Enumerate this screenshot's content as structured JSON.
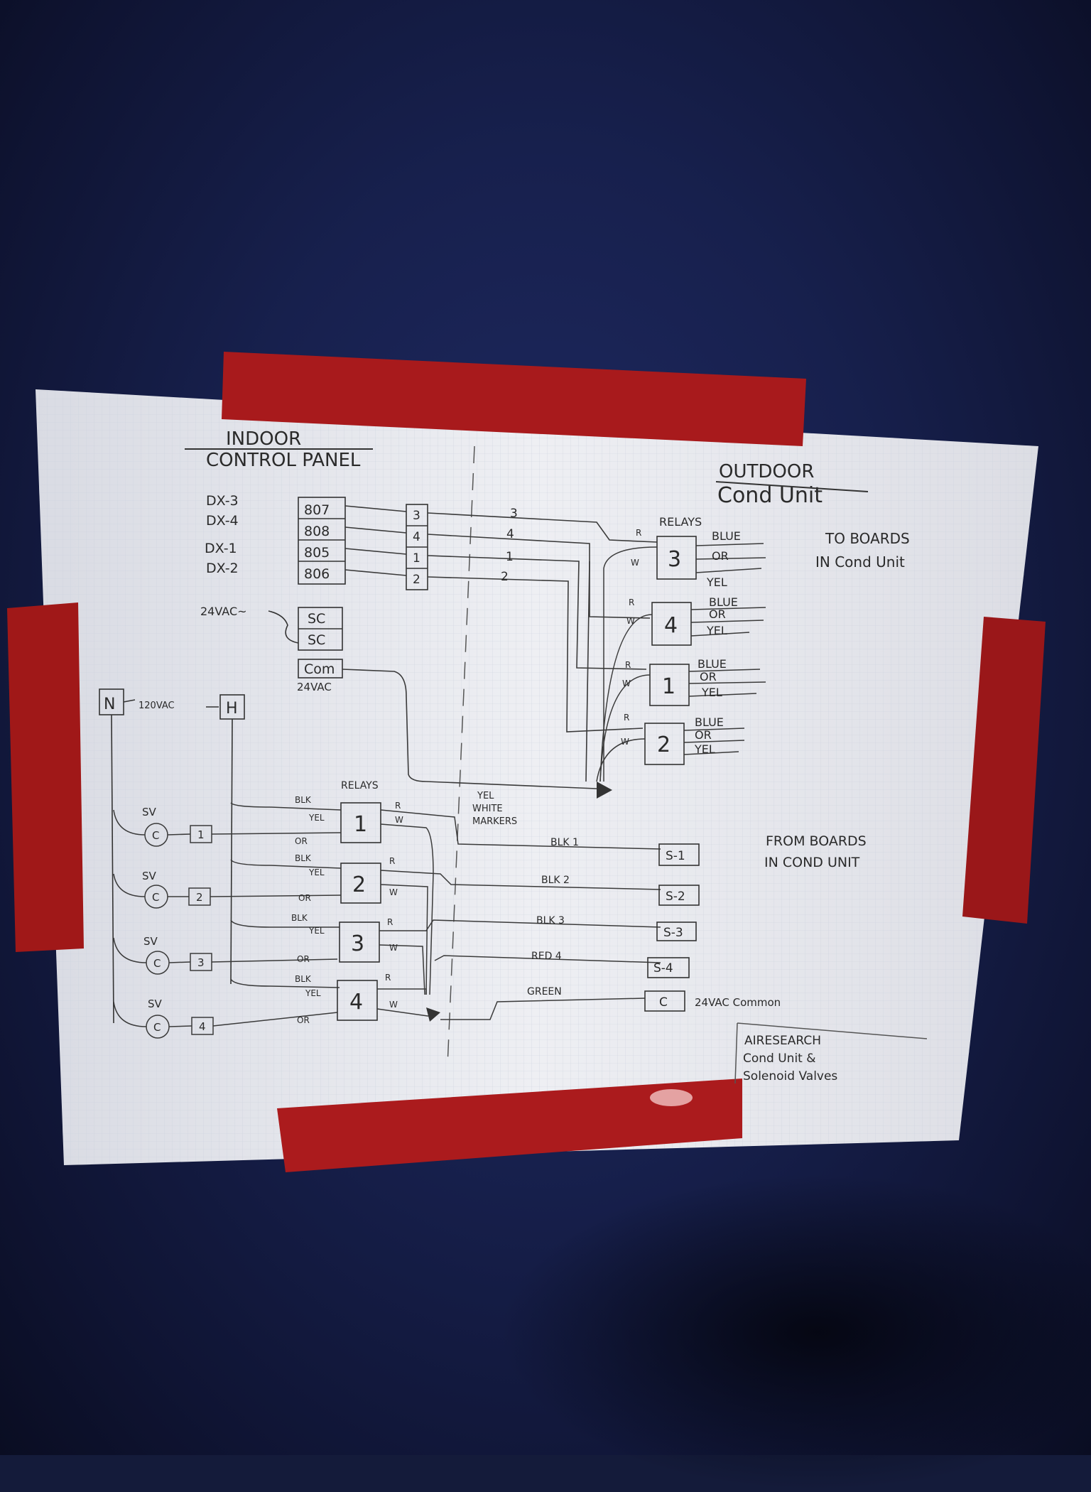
{
  "diagram": {
    "indoor_label_1": "INDOOR",
    "indoor_label_2": "CONTROL PANEL",
    "outdoor_label_1": "OUTDOOR",
    "outdoor_label_2": "Cond Unit",
    "dx_labels": [
      "DX-3",
      "DX-4",
      "DX-1",
      "DX-2"
    ],
    "terminals": [
      "807",
      "808",
      "805",
      "806"
    ],
    "strip": [
      "3",
      "4",
      "1",
      "2"
    ],
    "wire_numbers": [
      "3",
      "4",
      "1",
      "2"
    ],
    "supply_label": "24VAC~",
    "sc": [
      "SC",
      "SC"
    ],
    "com_label": "Com",
    "com_sub": "24VAC",
    "relays_label": "RELAYS",
    "outdoor_relays": [
      "3",
      "4",
      "1",
      "2"
    ],
    "indoor_relays": [
      "1",
      "2",
      "3",
      "4"
    ],
    "lead_r": "R",
    "lead_w": "W",
    "colors": {
      "blue": "BLUE",
      "or": "OR",
      "yel": "YEL"
    },
    "to_boards_1": "TO BOARDS",
    "to_boards_2": "IN Cond Unit",
    "yel_label": "YEL",
    "markers_1": "WHITE",
    "markers_2": "MARKERS",
    "neutral": "N",
    "hot": "H",
    "line_voltage": "120VAC",
    "sv": "SV",
    "coil": "C",
    "wire_blk": "BLK",
    "signal_terminals": [
      "S-1",
      "S-2",
      "S-3",
      "S-4"
    ],
    "common_terminal": "C",
    "signal_wires": [
      "BLK 1",
      "BLK 2",
      "BLK 3",
      "RED 4",
      "GREEN"
    ],
    "common_label": "24VAC Common",
    "from_boards_1": "FROM BOARDS",
    "from_boards_2": "IN COND UNIT",
    "title_block": [
      "AIRESEARCH",
      "Cond Unit &",
      "Solenoid Valves"
    ]
  }
}
